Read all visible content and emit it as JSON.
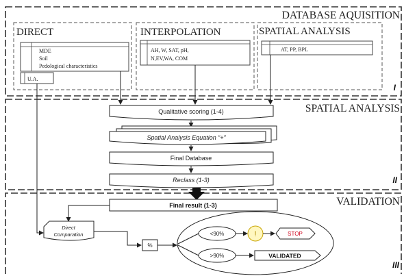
{
  "sections": {
    "database": {
      "title": "DATABASE AQUISITION",
      "roman": "I"
    },
    "spatial": {
      "title": "SPATIAL ANALYSIS",
      "roman": "II"
    },
    "validation": {
      "title": "VALIDATION",
      "roman": "III"
    }
  },
  "panels": {
    "direct": {
      "title": "DIRECT",
      "items": [
        "MDE",
        "Soil",
        "Pedological characteristics"
      ],
      "sub": "U.A."
    },
    "interpolation": {
      "title": "INTERPOLATION",
      "items": [
        "AH, W, SAT, pH,",
        "N,EV,WA, COM"
      ]
    },
    "spatial_analysis": {
      "title": "SPATIAL ANALYSIS",
      "items": [
        "AT, PP, BPL"
      ]
    }
  },
  "flow": {
    "qualitative": "Qualitative scoring (1-4)",
    "equation": "Spatial Analysis Equation  “+”",
    "final_db": "Final Database",
    "reclass": "Reclass (1-3)",
    "final_result": "Final result (1-3)",
    "direct_comp_1": "Direct",
    "direct_comp_2": "Comparation",
    "percent": "%",
    "lt90": "<90%",
    "gt90": ">90%",
    "warn": "!",
    "stop": "STOP",
    "validated": "VALIDATED"
  },
  "colors": {
    "stop_text": "#d0021b",
    "warn_fill": "#fff7c0",
    "warn_stroke": "#c8a400"
  }
}
